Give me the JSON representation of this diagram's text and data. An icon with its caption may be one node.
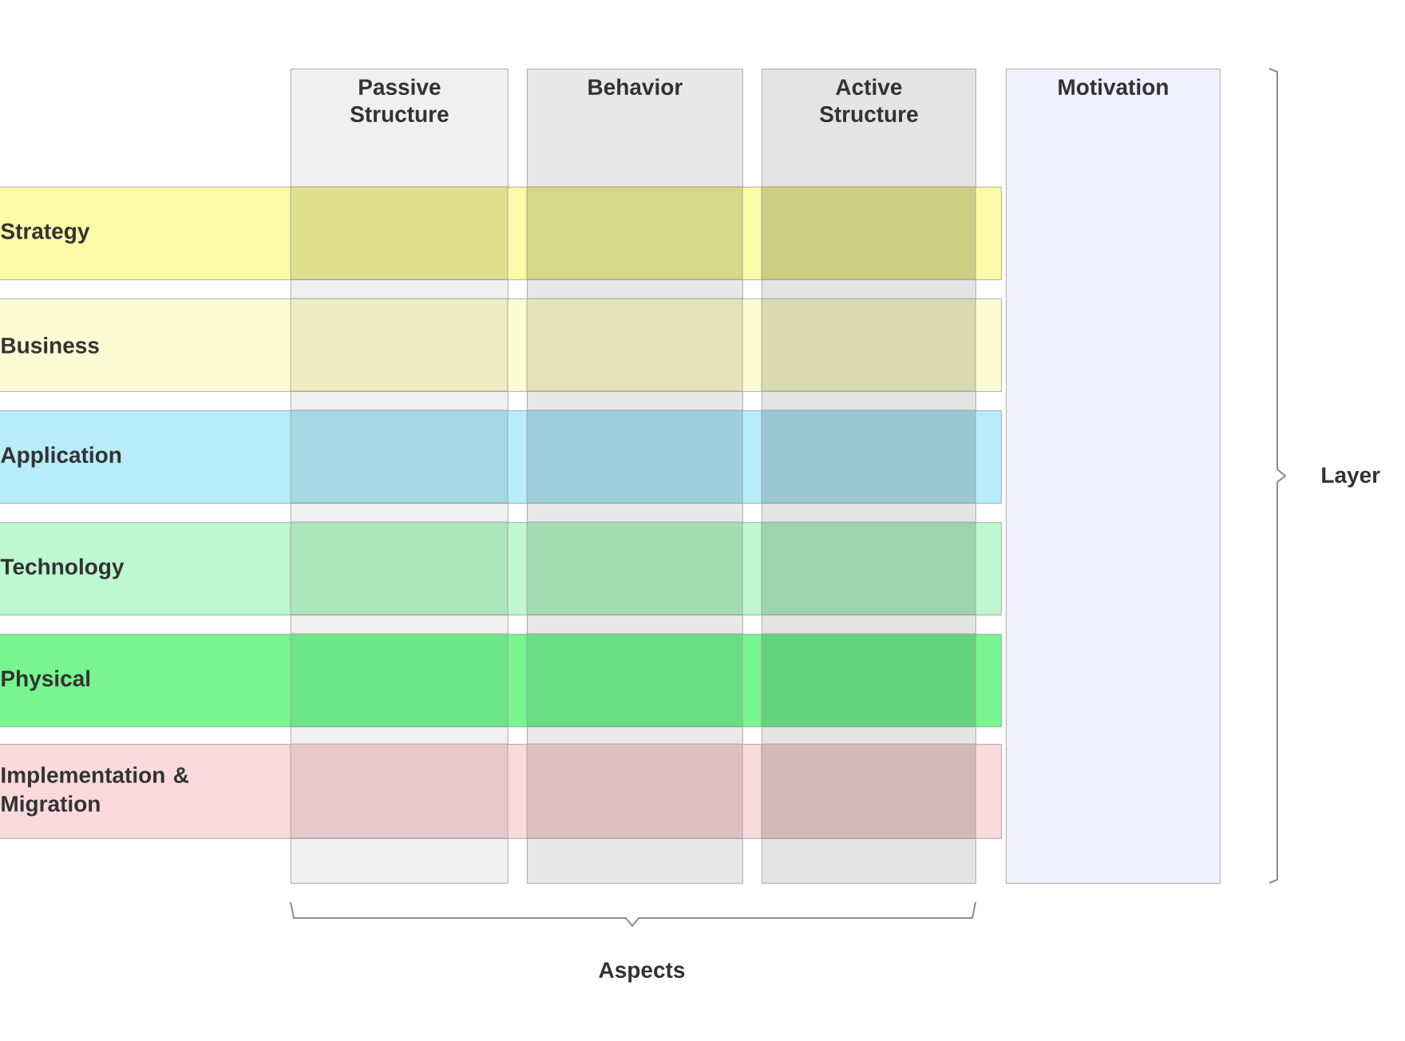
{
  "diagram": {
    "nodes": [
      {
        "text": [
          "Passive Structure"
        ]
      },
      {
        "text": [
          "Behavior"
        ]
      },
      {
        "text": [
          "Active Structure"
        ]
      },
      {
        "text": [
          "Motivation"
        ]
      },
      {
        "text": [
          "Strategy"
        ]
      },
      {
        "text": [
          "Business"
        ]
      },
      {
        "text": [
          "Application"
        ]
      },
      {
        "text": [
          "Technology"
        ]
      },
      {
        "text": [
          "Physical"
        ]
      },
      {
        "text": [
          "Implementation & Migration"
        ]
      }
    ],
    "labels": [
      "Layer",
      "Aspects"
    ]
  }
}
